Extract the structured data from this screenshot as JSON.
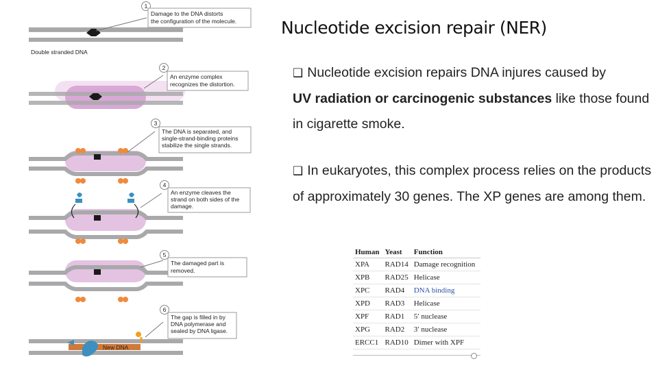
{
  "title": "Nucleotide excision repair (NER)",
  "bullets": [
    {
      "marker": "❑",
      "pre": "Nucleotide excision repairs DNA injures caused by",
      "bold": "UV radiation or carcinogenic substances",
      "post": " like those found in cigarette smoke."
    },
    {
      "marker": "❑",
      "text": "In eukaryotes, this complex process relies on the products of approximately 30 genes. The XP genes are among them."
    }
  ],
  "diagram": {
    "dna_label": "Double stranded DNA",
    "new_dna_label": "New DNA",
    "steps": [
      {
        "num": "1",
        "lines": [
          "Damage to the DNA distorts",
          "the configuration of the molecule."
        ]
      },
      {
        "num": "2",
        "lines": [
          "An enzyme complex",
          "recognizes the distortion."
        ]
      },
      {
        "num": "3",
        "lines": [
          "The DNA is separated, and",
          "single-strand-binding proteins",
          "stabilize the single strands."
        ]
      },
      {
        "num": "4",
        "lines": [
          "An enzyme cleaves the",
          "strand on both sides of the",
          "damage."
        ]
      },
      {
        "num": "5",
        "lines": [
          "The damaged part is",
          "removed."
        ]
      },
      {
        "num": "6",
        "lines": [
          "The gap is filled in by",
          "DNA polymerase and",
          "sealed by DNA ligase."
        ]
      }
    ],
    "colors": {
      "dna": "#a9a9ab",
      "complex": "#d9a8d6",
      "protein": "#f08a3c",
      "enzyme": "#3d8fbf",
      "damage": "#1a1a1a"
    }
  },
  "gene_table": {
    "headers": [
      "Human",
      "Yeast",
      "Function"
    ],
    "rows": [
      [
        "XPA",
        "RAD14",
        "Damage recognition"
      ],
      [
        "XPB",
        "RAD25",
        "Helicase"
      ],
      [
        "XPC",
        "RAD4",
        "DNA binding"
      ],
      [
        "XPD",
        "RAD3",
        "Helicase"
      ],
      [
        "XPF",
        "RAD1",
        "5′ nuclease"
      ],
      [
        "XPG",
        "RAD2",
        "3′ nuclease"
      ],
      [
        "ERCC1",
        "RAD10",
        "Dimer with XPF"
      ]
    ]
  }
}
